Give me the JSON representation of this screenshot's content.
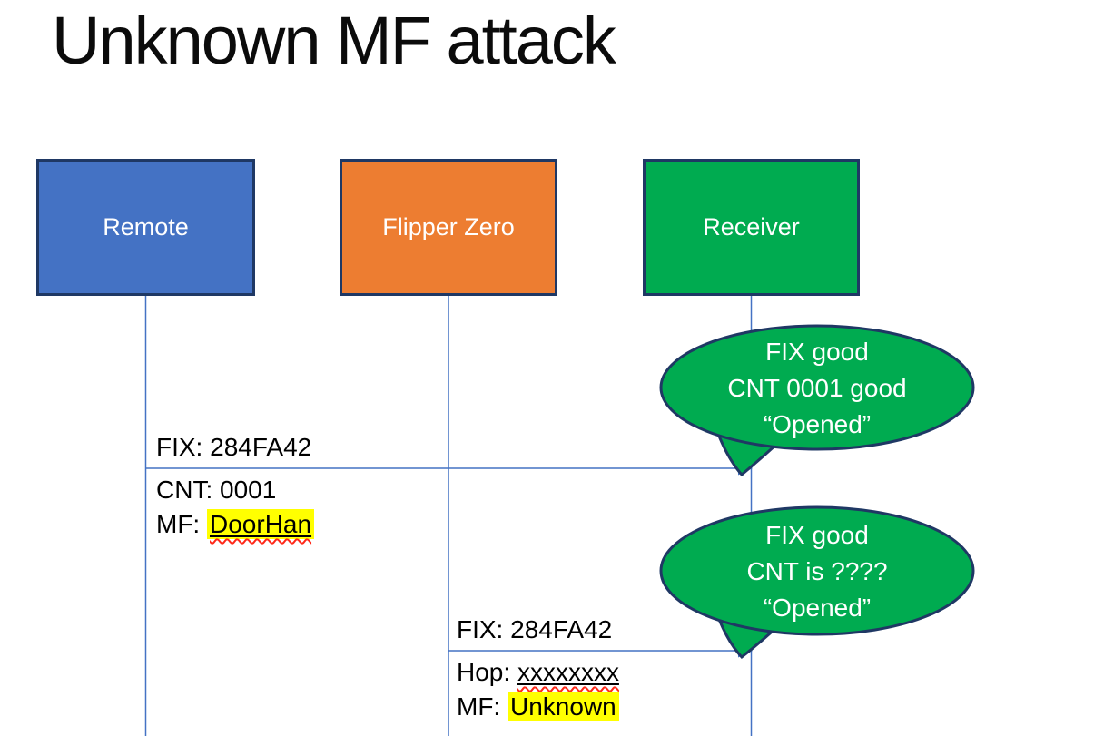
{
  "title": "Unknown MF attack",
  "actors": [
    {
      "label": "Remote",
      "fill": "#4472C4"
    },
    {
      "label": "Flipper Zero",
      "fill": "#ED7D31"
    },
    {
      "label": "Receiver",
      "fill": "#00AB50"
    }
  ],
  "messages": [
    {
      "line_above": "FIX: 284FA42",
      "line2_prefix": "CNT: ",
      "line2_value": "0001",
      "line3_prefix": "MF: ",
      "line3_value": "DoorHan"
    },
    {
      "line_above": "FIX: 284FA42",
      "line2_prefix": "Hop: ",
      "line2_value": "xxxxxxxx",
      "line3_prefix": "MF: ",
      "line3_value": "Unknown"
    }
  ],
  "bubbles": [
    {
      "lines": [
        "FIX good",
        "CNT 0001 good",
        "“Opened”"
      ]
    },
    {
      "lines": [
        "FIX good",
        "CNT is ????",
        "“Opened”"
      ]
    }
  ],
  "colors": {
    "actor_border": "#1F3864",
    "lifeline": "#4472C4",
    "arrow": "#4472C4",
    "bubble_fill": "#00AB50",
    "bubble_border": "#1F3864",
    "highlight": "#FFFF00",
    "squiggle": "#FF2A1A",
    "text_on_fill": "#FFFFFF",
    "text": "#000000"
  }
}
